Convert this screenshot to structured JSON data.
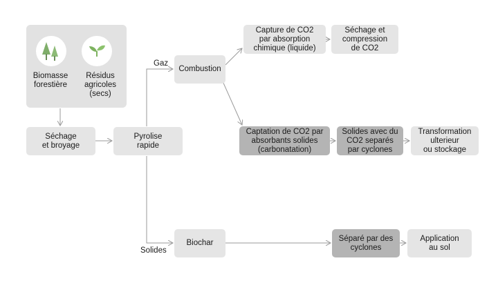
{
  "sources": {
    "forest_label": "Biomasse\nforestière",
    "agri_label": "Résidus\nagricoles\n(secs)"
  },
  "nodes": {
    "drying": "Séchage\net broyage",
    "pyrolysis": "Pyrolise\nrapide",
    "combustion": "Combustion",
    "capture_liquid": "Capture de CO2\npar absorption\nchimique (liquide)",
    "drying_compression": "Séchage et\ncompression\nde CO2",
    "capture_solid": "Captation de CO2 par\nabsorbants solides\n(carbonatation)",
    "solids_co2": "Solides avec du\nCO2 separés\npar cyclones",
    "transformation": "Transformation\nulterieur\nou stockage",
    "biochar": "Biochar",
    "separated": "Séparé par des\ncyclones",
    "application": "Application\nau sol"
  },
  "edge_labels": {
    "gas": "Gaz",
    "solids": "Solides"
  },
  "colors": {
    "light_box": "#e5e5e5",
    "dark_box": "#b4b4b4",
    "arrow": "#999999",
    "tree_green": "#7fae6a",
    "sprout_green": "#7db25f"
  }
}
